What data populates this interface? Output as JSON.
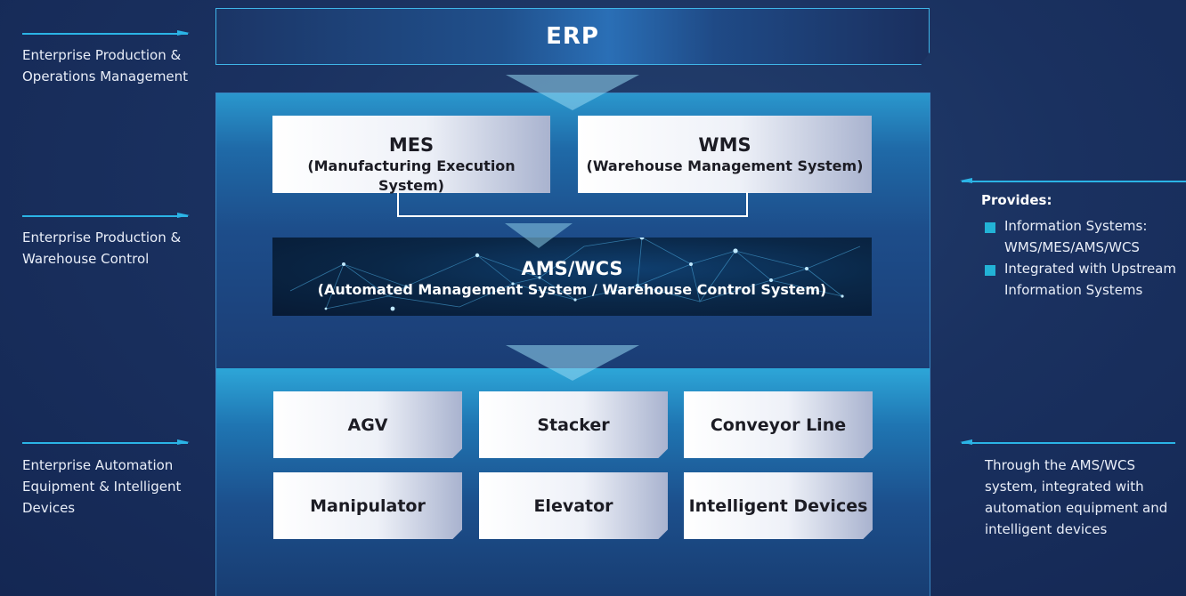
{
  "left_labels": [
    {
      "text": "Enterprise Production & Operations Management"
    },
    {
      "text": "Enterprise Production & Warehouse Control"
    },
    {
      "text": "Enterprise Automation Equipment & Intelligent Devices"
    }
  ],
  "erp": {
    "label": "ERP"
  },
  "systems": {
    "mes": {
      "title": "MES",
      "subtitle": "(Manufacturing Execution System)"
    },
    "wms": {
      "title": "WMS",
      "subtitle": "(Warehouse Management System)"
    },
    "ams": {
      "title": "AMS/WCS",
      "subtitle": "(Automated Management System / Warehouse Control System)"
    }
  },
  "devices": [
    "AGV",
    "Stacker",
    "Conveyor Line",
    "Manipulator",
    "Elevator",
    "Intelligent Devices"
  ],
  "provides": {
    "title": "Provides:",
    "items": [
      "Information Systems: WMS/MES/AMS/WCS",
      "Integrated with Upstream Information Systems"
    ]
  },
  "right_note": "Through the AMS/WCS system, integrated with automation equipment and intelligent devices",
  "colors": {
    "accent": "#2bb4e6",
    "background": "#1a3160",
    "bullet": "#22b3d6"
  }
}
